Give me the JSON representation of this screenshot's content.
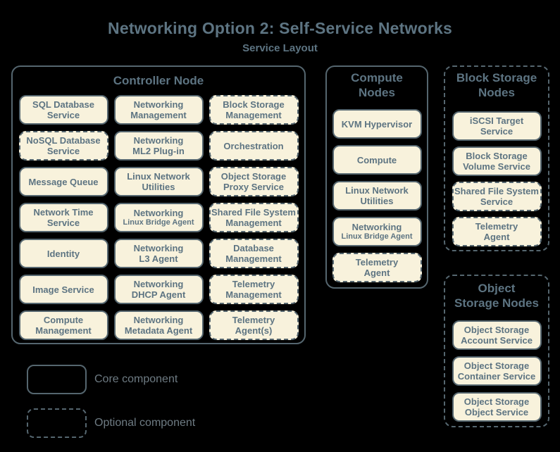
{
  "title": "Networking Option 2: Self-Service Networks",
  "subtitle": "Service Layout",
  "colors": {
    "background": "#000000",
    "box_fill": "#f8f2dc",
    "border_line": "#55666f",
    "text": "#5d7482",
    "legend_text": "#6e7b83"
  },
  "nodes": [
    {
      "id": "controller-node",
      "title_lines": [
        "Controller Node"
      ],
      "border": "solid",
      "services": [
        {
          "lines": [
            "SQL Database",
            "Service"
          ],
          "optional": false
        },
        {
          "lines": [
            "Networking",
            "Management"
          ],
          "optional": false
        },
        {
          "lines": [
            "Block Storage",
            "Management"
          ],
          "optional": true
        },
        {
          "lines": [
            "NoSQL Database",
            "Service"
          ],
          "optional": true
        },
        {
          "lines": [
            "Networking",
            "ML2 Plug-in"
          ],
          "optional": false
        },
        {
          "lines": [
            "Orchestration"
          ],
          "optional": true
        },
        {
          "lines": [
            "Message Queue"
          ],
          "optional": false
        },
        {
          "lines": [
            "Linux Network",
            "Utilities"
          ],
          "optional": false
        },
        {
          "lines": [
            "Object Storage",
            "Proxy Service"
          ],
          "optional": true
        },
        {
          "lines": [
            "Network Time",
            "Service"
          ],
          "optional": false
        },
        {
          "lines": [
            "Networking",
            "Linux Bridge Agent"
          ],
          "optional": false,
          "sub_line": true
        },
        {
          "lines": [
            "Shared File System",
            "Management"
          ],
          "optional": true
        },
        {
          "lines": [
            "Identity"
          ],
          "optional": false
        },
        {
          "lines": [
            "Networking",
            "L3 Agent"
          ],
          "optional": false
        },
        {
          "lines": [
            "Database",
            "Management"
          ],
          "optional": true
        },
        {
          "lines": [
            "Image Service"
          ],
          "optional": false
        },
        {
          "lines": [
            "Networking",
            "DHCP Agent"
          ],
          "optional": false
        },
        {
          "lines": [
            "Telemetry",
            "Management"
          ],
          "optional": true
        },
        {
          "lines": [
            "Compute",
            "Management"
          ],
          "optional": false
        },
        {
          "lines": [
            "Networking",
            "Metadata Agent"
          ],
          "optional": false
        },
        {
          "lines": [
            "Telemetry",
            "Agent(s)"
          ],
          "optional": true
        }
      ]
    },
    {
      "id": "compute-nodes",
      "title_lines": [
        "Compute",
        "Nodes"
      ],
      "border": "solid",
      "services": [
        {
          "lines": [
            "KVM Hypervisor"
          ],
          "optional": false
        },
        {
          "lines": [
            "Compute"
          ],
          "optional": false
        },
        {
          "lines": [
            "Linux Network",
            "Utilities"
          ],
          "optional": false
        },
        {
          "lines": [
            "Networking",
            "Linux Bridge Agent"
          ],
          "optional": false,
          "sub_line": true
        },
        {
          "lines": [
            "Telemetry",
            "Agent"
          ],
          "optional": true
        }
      ]
    },
    {
      "id": "block-storage-nodes",
      "title_lines": [
        "Block Storage",
        "Nodes"
      ],
      "border": "dashed",
      "services": [
        {
          "lines": [
            "iSCSI Target",
            "Service"
          ],
          "optional": false
        },
        {
          "lines": [
            "Block Storage",
            "Volume Service"
          ],
          "optional": false
        },
        {
          "lines": [
            "Shared File System",
            "Service"
          ],
          "optional": true
        },
        {
          "lines": [
            "Telemetry",
            "Agent"
          ],
          "optional": true
        }
      ]
    },
    {
      "id": "object-storage-nodes",
      "title_lines": [
        "Object",
        "Storage Nodes"
      ],
      "border": "dashed",
      "services": [
        {
          "lines": [
            "Object Storage",
            "Account Service"
          ],
          "optional": false
        },
        {
          "lines": [
            "Object Storage",
            "Container Service"
          ],
          "optional": false
        },
        {
          "lines": [
            "Object Storage",
            "Object Service"
          ],
          "optional": false
        }
      ]
    }
  ],
  "legend": {
    "items": [
      {
        "label": "Core component",
        "style": "core"
      },
      {
        "label": "Optional component",
        "style": "optional"
      }
    ]
  }
}
